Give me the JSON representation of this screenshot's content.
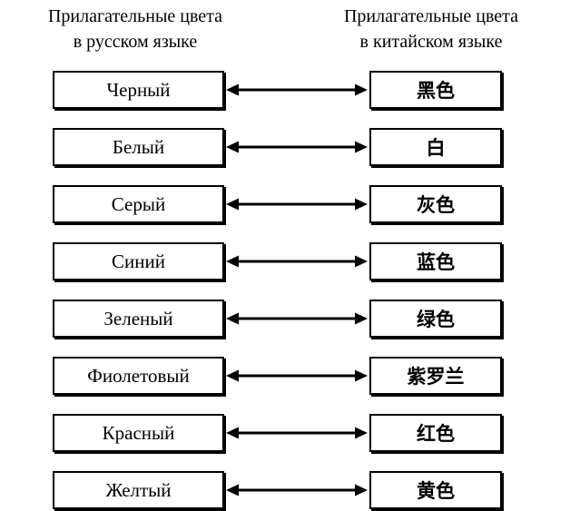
{
  "headers": {
    "left_line1": "Прилагательные цвета",
    "left_line2": "в русском языке",
    "right_line1": "Прилагательные цвета",
    "right_line2": "в китайском языке"
  },
  "rows": [
    {
      "russian": "Черный",
      "chinese": "黑色"
    },
    {
      "russian": "Белый",
      "chinese": "白"
    },
    {
      "russian": "Серый",
      "chinese": "灰色"
    },
    {
      "russian": "Синий",
      "chinese": "蓝色"
    },
    {
      "russian": "Зеленый",
      "chinese": "绿色"
    },
    {
      "russian": "Фиолетовый",
      "chinese": "紫罗兰"
    },
    {
      "russian": "Красный",
      "chinese": "红色"
    },
    {
      "russian": "Желтый",
      "chinese": "黄色"
    }
  ],
  "icons": {
    "connector": "bidirectional-arrow"
  },
  "colors": {
    "background": "#ffffff",
    "line": "#000000",
    "text": "#000000"
  }
}
